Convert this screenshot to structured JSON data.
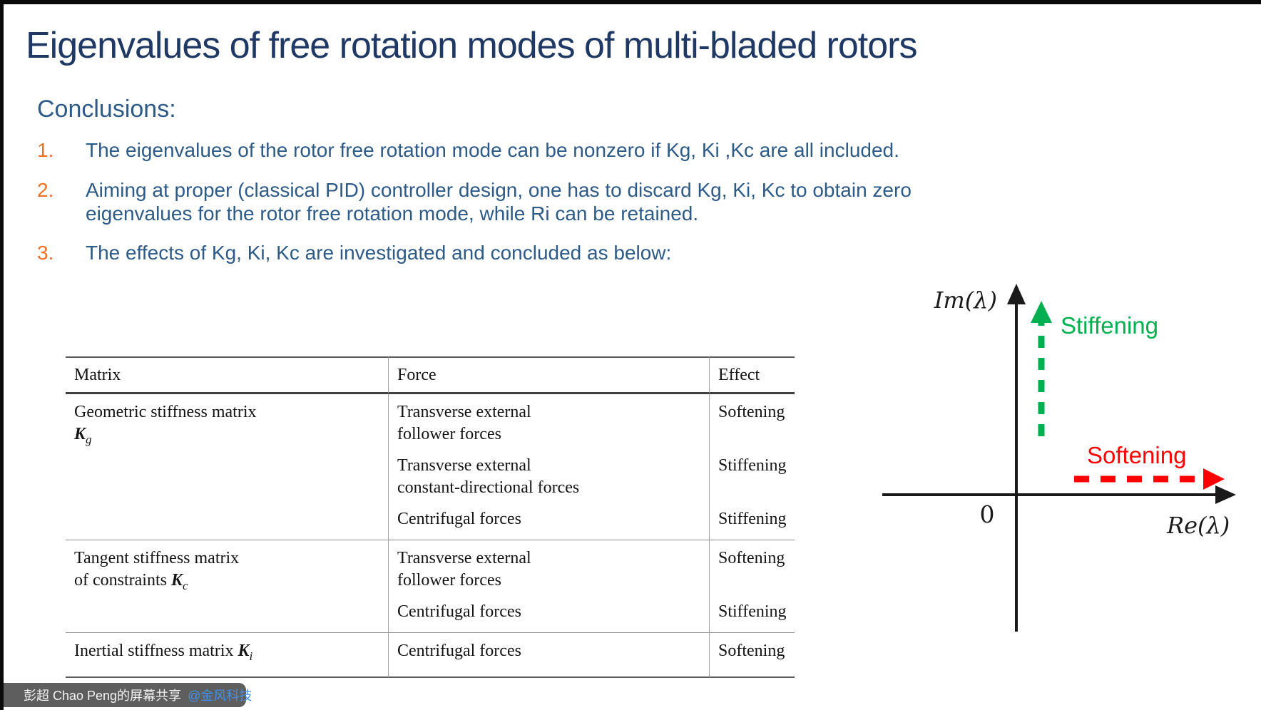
{
  "slide": {
    "title": "Eigenvalues of free rotation modes of multi-bladed rotors",
    "conclusions_heading": "Conclusions:",
    "items": [
      {
        "number": "1.",
        "lines": [
          "The eigenvalues of the rotor free rotation mode can be nonzero if Kg, Ki ,Kc are all included."
        ]
      },
      {
        "number": "2.",
        "lines": [
          "Aiming at proper (classical PID) controller design, one has to discard Kg, Ki, Kc to obtain zero",
          "eigenvalues for the rotor free rotation mode, while Ri can be retained."
        ]
      },
      {
        "number": "3.",
        "lines": [
          "The effects of Kg, Ki, Kc are investigated and concluded as below:"
        ]
      }
    ]
  },
  "table": {
    "headers": [
      "Matrix",
      "Force",
      "Effect"
    ],
    "groups": [
      {
        "matrix": {
          "line1": "Geometric stiffness matrix",
          "symbol": "K",
          "subscript": "g"
        },
        "rows": [
          {
            "force_line1": "Transverse external",
            "force_line2": "follower forces",
            "effect": "Softening"
          },
          {
            "force_line1": "Transverse external",
            "force_line2": "constant-directional forces",
            "effect": "Stiffening"
          },
          {
            "force_line1": "Centrifugal forces",
            "force_line2": "",
            "effect": "Stiffening"
          }
        ]
      },
      {
        "matrix": {
          "line1": "Tangent stiffness matrix",
          "line2": "of constraints",
          "symbol": "K",
          "subscript": "c"
        },
        "rows": [
          {
            "force_line1": "Transverse external",
            "force_line2": "follower forces",
            "effect": "Softening"
          },
          {
            "force_line1": "Centrifugal forces",
            "force_line2": "",
            "effect": "Stiffening"
          }
        ]
      },
      {
        "matrix": {
          "line1": "Inertial stiffness matrix",
          "symbol": "K",
          "subscript": "i"
        },
        "rows": [
          {
            "force_line1": "Centrifugal forces",
            "force_line2": "",
            "effect": "Softening"
          }
        ]
      }
    ]
  },
  "diagram": {
    "im_label": "Im(λ)",
    "re_label": "Re(λ)",
    "origin_label": "0",
    "stiffening_label": "Stiffening",
    "softening_label": "Softening"
  },
  "share_bar": {
    "speaker_text": "彭超 Chao Peng的屏幕共享",
    "mention": "@金风科技",
    "icons": [
      "muted-mic-icon",
      "screen-share-icon"
    ]
  },
  "colors": {
    "title_blue": "#1F3864",
    "body_blue": "#2D5A87",
    "number_orange": "#ED7024",
    "green": "#00B050",
    "red": "#FF0000",
    "axis_black": "#1a1a1a",
    "bar_gray": "#5E5E5E",
    "mention_blue": "#4191EC"
  }
}
